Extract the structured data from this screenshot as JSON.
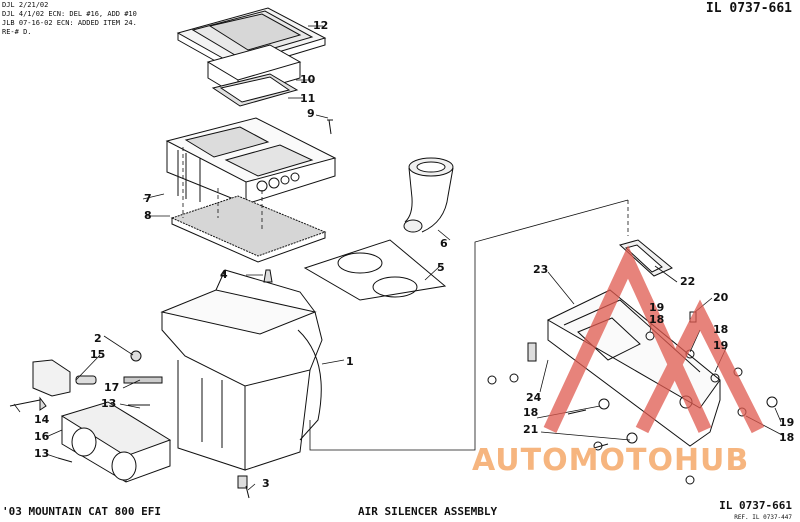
{
  "revision_notes": [
    "DJL 2/21/02",
    "DJL 4/1/02 ECN: DEL #16, ADD #10",
    "JLB 07-16-02 ECN: ADDED ITEM 24.",
    "RE-# D."
  ],
  "drawing_id_top": "IL 0737-661",
  "footer": {
    "model": "'03 MOUNTAIN CAT 800 EFI",
    "assembly": "AIR SILENCER ASSEMBLY",
    "drawing_id": "IL 0737-661",
    "reference": "REF. IL 0737-447"
  },
  "callouts": [
    "12",
    "10",
    "11",
    "9",
    "7",
    "8",
    "6",
    "5",
    "4",
    "2",
    "15",
    "1",
    "17",
    "13",
    "14",
    "16",
    "13",
    "3",
    "23",
    "22",
    "19",
    "20",
    "18",
    "19",
    "24",
    "18",
    "21",
    "19",
    "18",
    "18"
  ],
  "watermark": {
    "brand": "AUTOMOTOHUB",
    "color": "#e05a4f"
  }
}
